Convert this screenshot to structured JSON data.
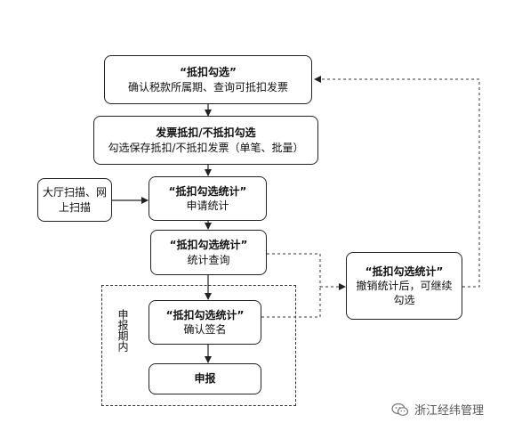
{
  "nodes": {
    "select": {
      "title": "“抵扣勾选”",
      "subtitle": "确认税款所属期、查询可抵扣发票"
    },
    "invoice": {
      "title": "发票抵扣/不抵扣勾选",
      "subtitle": "勾选保存抵扣/不抵扣发票（单笔、批量）"
    },
    "scan": {
      "text": "大厅扫描、网上扫描"
    },
    "apply": {
      "title": "“抵扣勾选统计”",
      "subtitle": "申请统计"
    },
    "query": {
      "title": "“抵扣勾选统计”",
      "subtitle": "统计查询"
    },
    "revoke": {
      "title": "“抵扣勾选统计”",
      "subtitle": "撤销统计后，可继续勾选"
    },
    "confirm": {
      "title": "“抵扣勾选统计”",
      "subtitle": "确认签名"
    },
    "declare": {
      "title": "申报"
    }
  },
  "region": {
    "label": "申报期内"
  },
  "watermark": {
    "text": "浙江经纬管理",
    "icon": "wechat-icon"
  },
  "colors": {
    "stroke": "#222222",
    "text": "#111111",
    "watermark": "#555555"
  }
}
